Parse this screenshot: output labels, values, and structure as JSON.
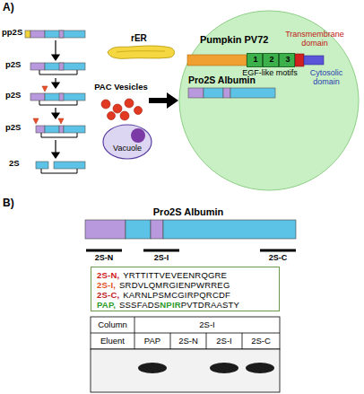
{
  "diagram": {
    "nodes": [
      {
        "text": [
          "rER"
        ]
      },
      {
        "text": [
          "PAC Vesicles"
        ]
      },
      {
        "text": [
          "Vacuole"
        ]
      },
      {
        "text": [
          "Pumpkin PV72",
          "Pro2S Albumin"
        ]
      },
      {
        "text": [
          "1"
        ],
        "in": 3
      },
      {
        "text": [
          "2"
        ],
        "in": 3
      },
      {
        "text": [
          "3"
        ],
        "in": 3
      },
      {
        "text": [
          "2S-N,",
          "YRTTITTVEVEENRQGRE",
          "2S-I,",
          "SRDVLQMRGIENPWRREG",
          "2S-C,",
          "KARNLPSMCGIRPQRCDF",
          "PAP,",
          "SSSFADS",
          "NPIR",
          "PVTDRAASTY"
        ]
      }
    ],
    "edges": [
      {
        "from": 1,
        "to": 3,
        "arrow": "to"
      }
    ],
    "labels": [
      "A)",
      "pp2S",
      "p2S",
      "p2S",
      "p2S",
      "2S",
      "Transmembrane domain",
      "EGF-like motifs",
      "Cytosolic domain",
      "B)",
      "Pro2S Albumin",
      "2S-N",
      "2S-I",
      "2S-C",
      "Column",
      "2S-I",
      "Eluent",
      "PAP",
      "2S-N",
      "2S-I",
      "2S-C"
    ]
  }
}
